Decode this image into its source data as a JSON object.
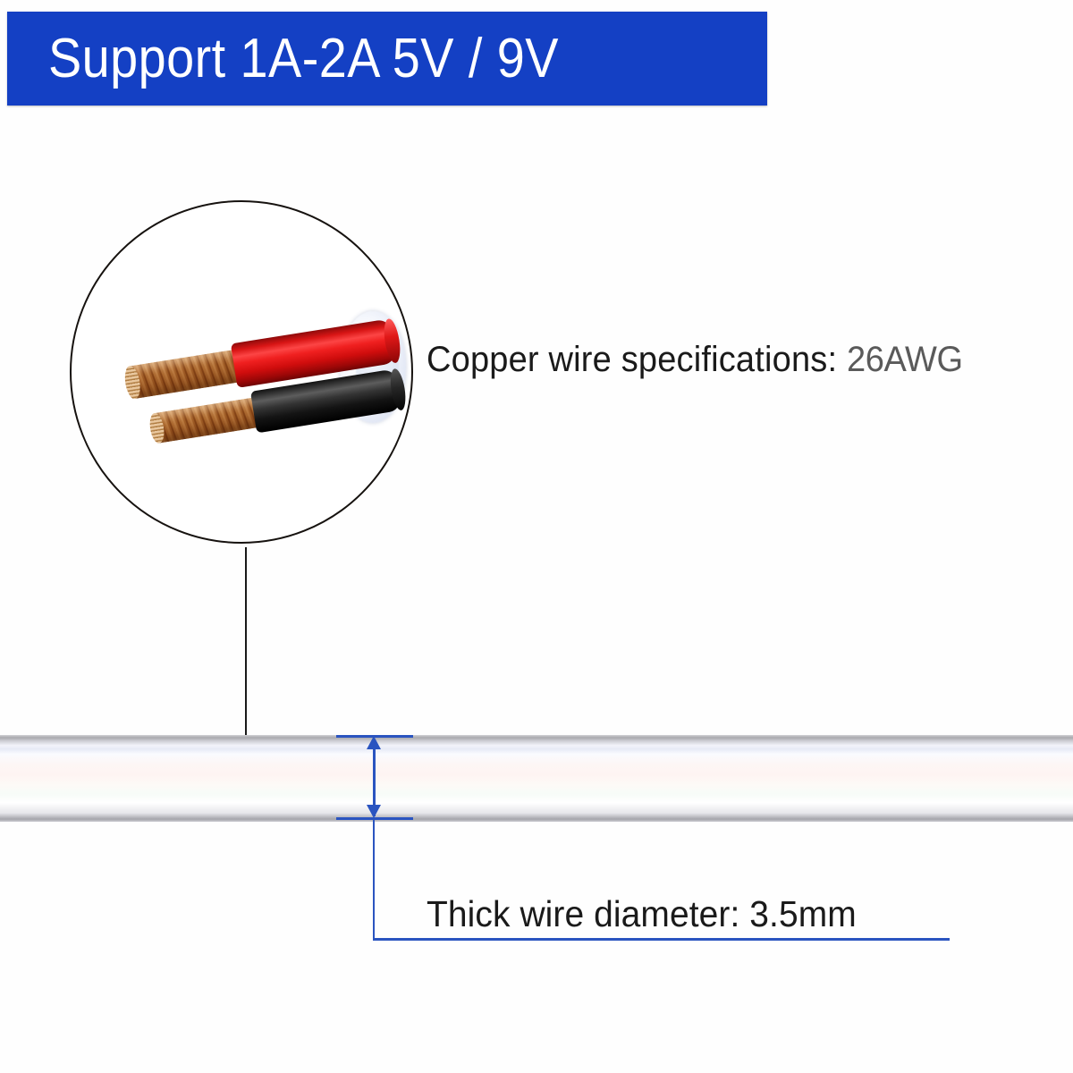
{
  "banner": {
    "text": "Support 1A-2A 5V / 9V",
    "background_color": "#1440c4",
    "text_color": "#ffffff"
  },
  "magnifier": {
    "name": "wire-cross-section-callout",
    "description": "Magnified circular callout of the stripped cable end",
    "wires": [
      {
        "name": "red-wire",
        "insulation_color": "#e01818",
        "conductor": "stranded-copper",
        "position": "upper"
      },
      {
        "name": "black-wire",
        "insulation_color": "#141414",
        "conductor": "stranded-copper",
        "position": "lower"
      }
    ],
    "jacket_color": "#eef2fa"
  },
  "labels": {
    "copper_spec_prefix": "Copper wire specifications: ",
    "copper_spec_value": "26AWG",
    "thickness": "Thick wire diameter: 3.5mm"
  },
  "dimension": {
    "name": "cable-thickness-dimension",
    "value": "3.5mm",
    "line_color": "#2a54c0"
  },
  "cable": {
    "name": "white-cable-body",
    "color": "#ffffff"
  },
  "leader": {
    "dot_color": "#1436bd",
    "line_color": "#1a1a1a"
  }
}
